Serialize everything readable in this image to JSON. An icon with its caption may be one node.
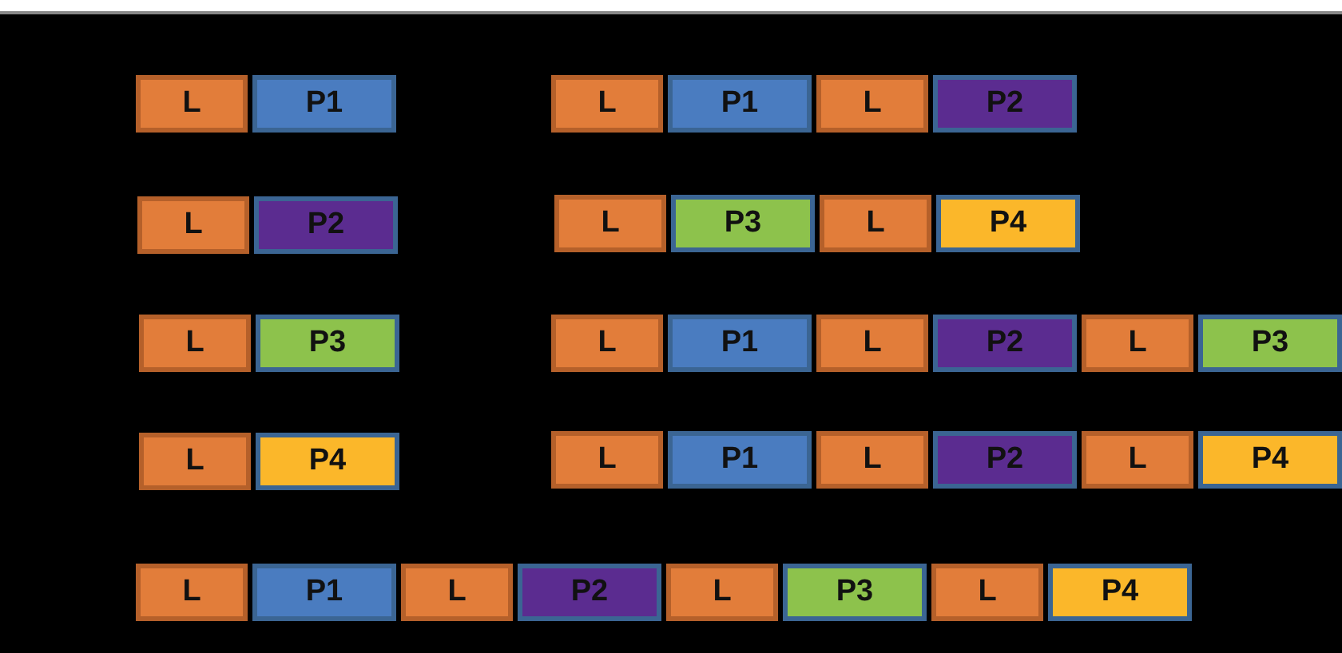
{
  "diagram": {
    "nodes": [
      {
        "text": [
          "L"
        ]
      },
      {
        "text": [
          "P1"
        ]
      },
      {
        "text": [
          "L"
        ]
      },
      {
        "text": [
          "P1"
        ]
      },
      {
        "text": [
          "L"
        ]
      },
      {
        "text": [
          "P2"
        ]
      },
      {
        "text": [
          "L"
        ]
      },
      {
        "text": [
          "P2"
        ]
      },
      {
        "text": [
          "L"
        ]
      },
      {
        "text": [
          "P3"
        ]
      },
      {
        "text": [
          "L"
        ]
      },
      {
        "text": [
          "P4"
        ]
      },
      {
        "text": [
          "L"
        ]
      },
      {
        "text": [
          "P3"
        ]
      },
      {
        "text": [
          "L"
        ]
      },
      {
        "text": [
          "P1"
        ]
      },
      {
        "text": [
          "L"
        ]
      },
      {
        "text": [
          "P2"
        ]
      },
      {
        "text": [
          "L"
        ]
      },
      {
        "text": [
          "P3"
        ]
      },
      {
        "text": [
          "L"
        ]
      },
      {
        "text": [
          "P4"
        ]
      },
      {
        "text": [
          "L"
        ]
      },
      {
        "text": [
          "P1"
        ]
      },
      {
        "text": [
          "L"
        ]
      },
      {
        "text": [
          "P2"
        ]
      },
      {
        "text": [
          "L"
        ]
      },
      {
        "text": [
          "P4"
        ]
      },
      {
        "text": [
          "L"
        ]
      },
      {
        "text": [
          "P1"
        ]
      },
      {
        "text": [
          "L"
        ]
      },
      {
        "text": [
          "P2"
        ]
      },
      {
        "text": [
          "L"
        ]
      },
      {
        "text": [
          "P3"
        ]
      },
      {
        "text": [
          "L"
        ]
      },
      {
        "text": [
          "P4"
        ]
      }
    ]
  }
}
